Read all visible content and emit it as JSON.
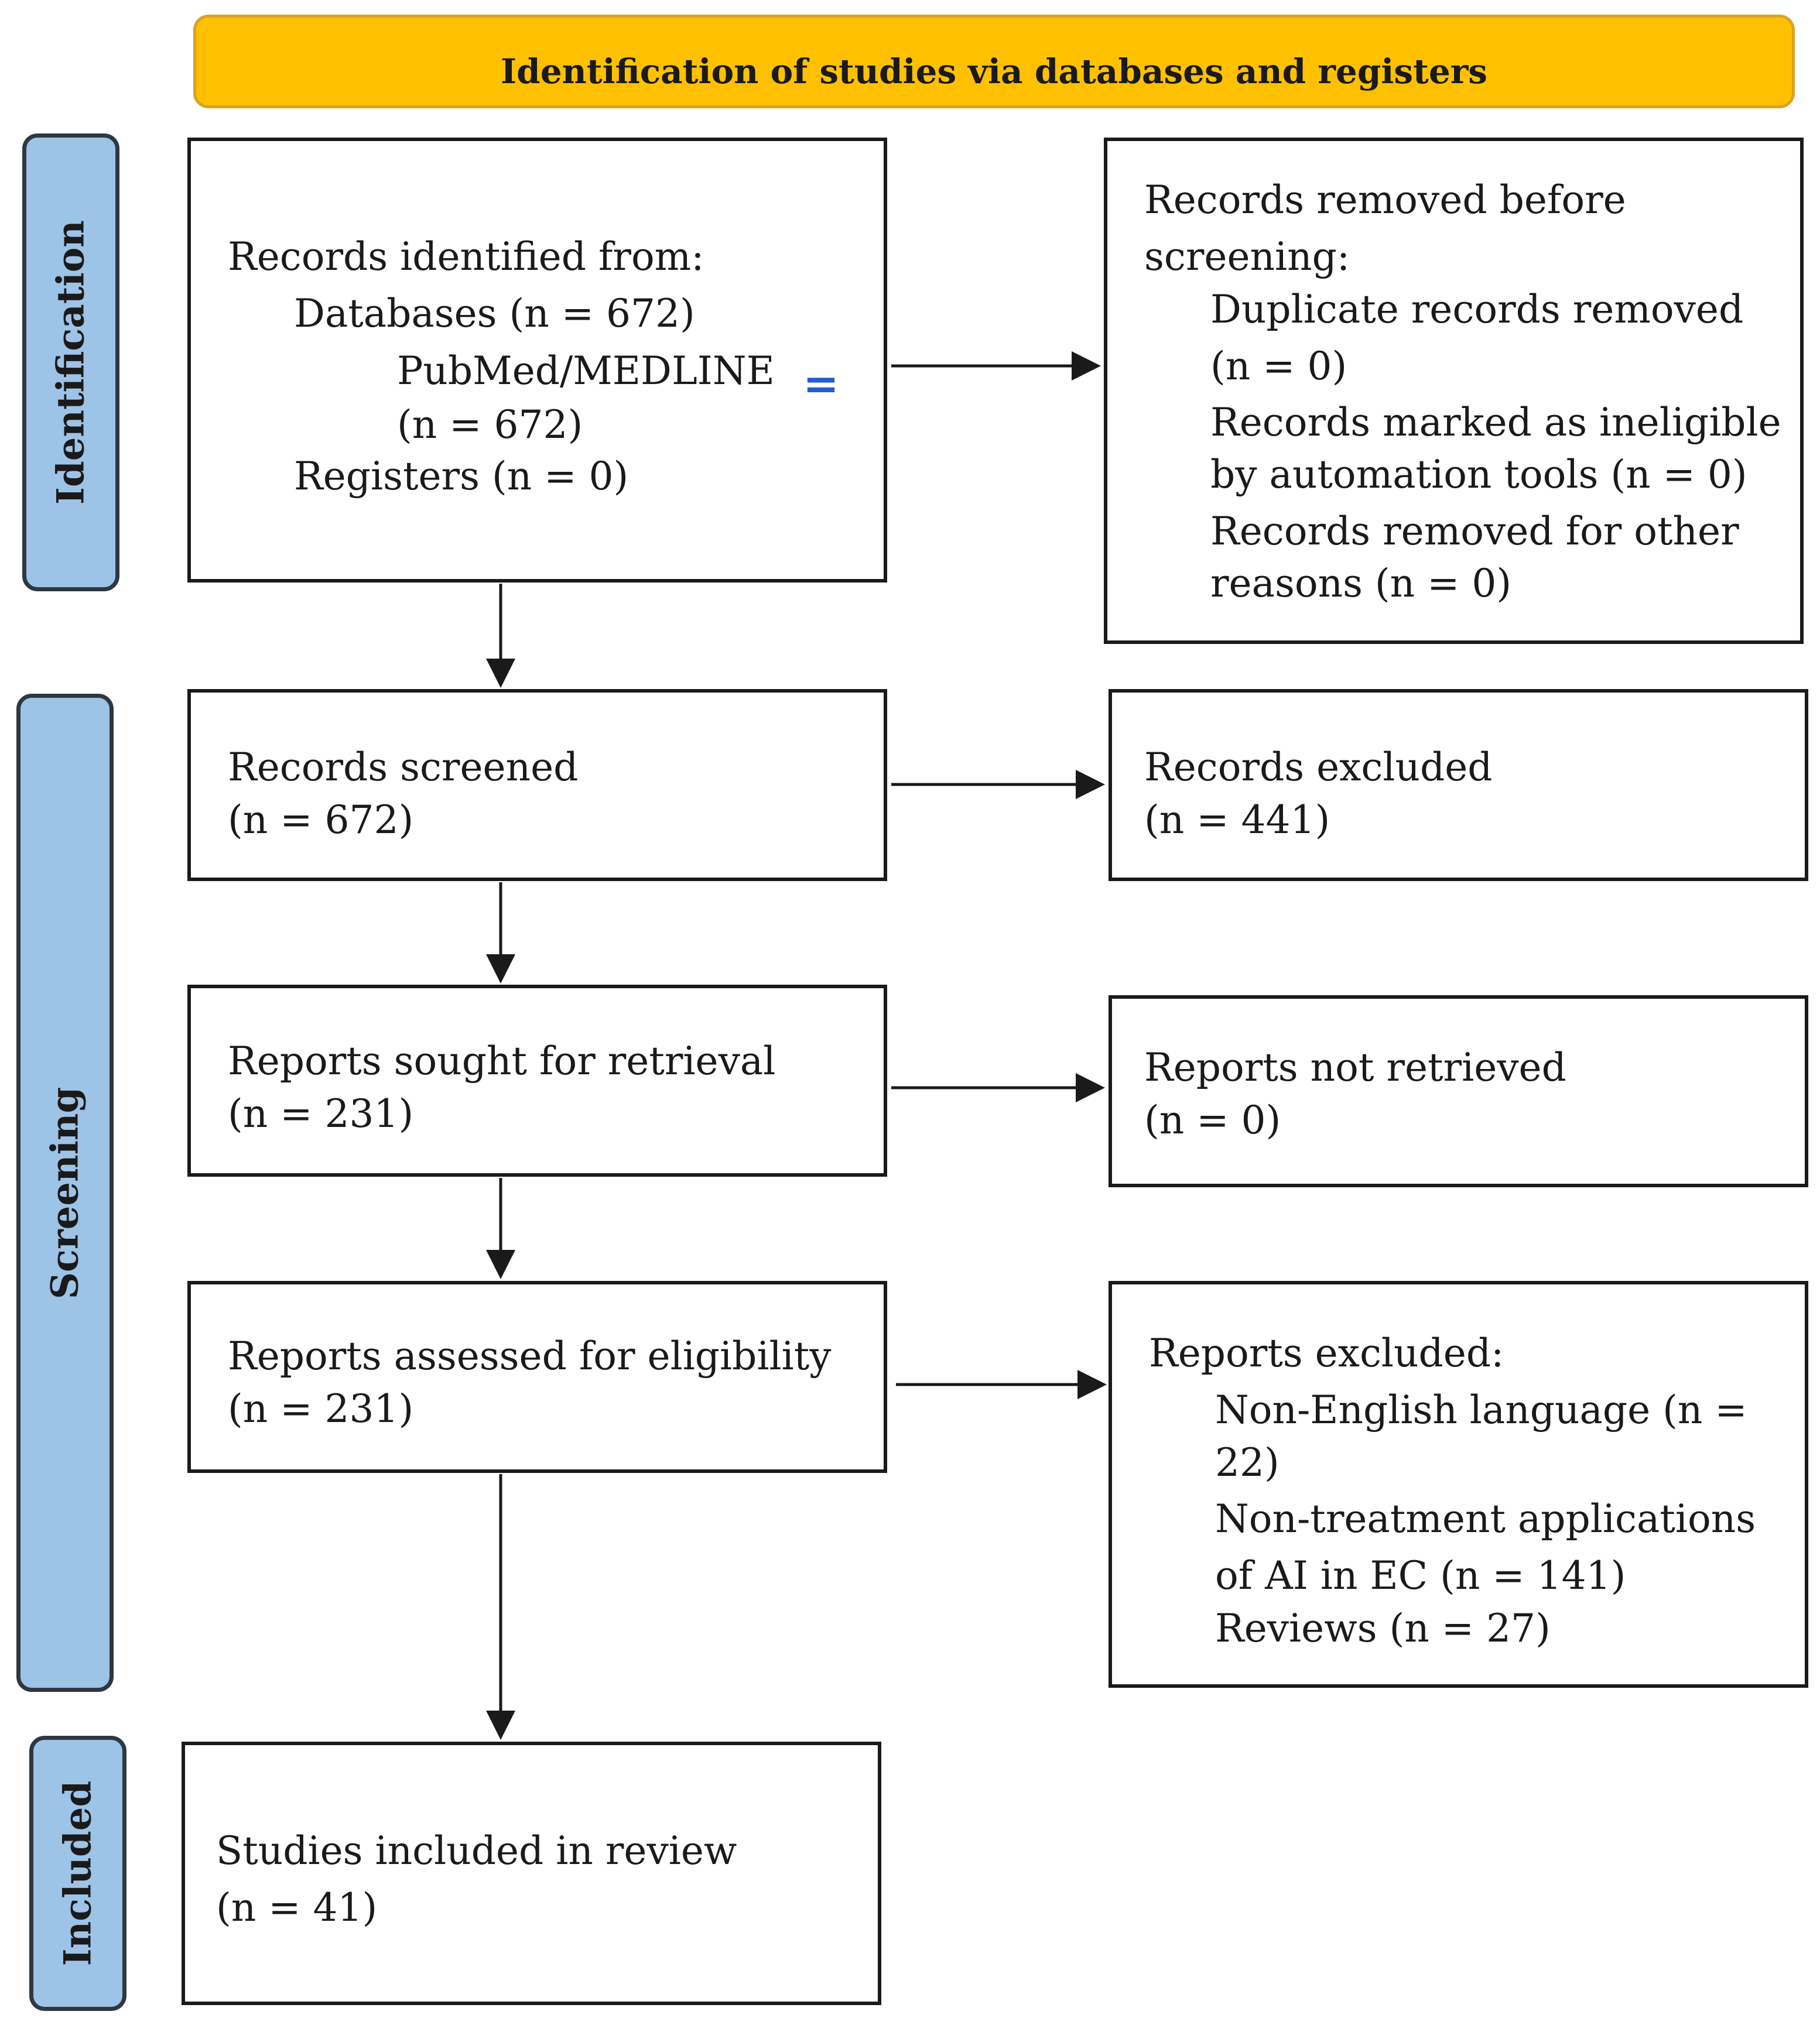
{
  "header": {
    "title": "Identification of studies via databases and registers"
  },
  "phases": {
    "identification": "Identification",
    "screening": "Screening",
    "included": "Included"
  },
  "records_identified": {
    "heading": "Records identified from:",
    "databases": "Databases (n = 672)",
    "pubmed": "PubMed/MEDLINE",
    "pubmed_count": "(n = 672)",
    "registers": "Registers (n = 0)",
    "edit_mark": "="
  },
  "records_removed": {
    "line1": "Records removed before",
    "line2": "screening:",
    "dup": "Duplicate records removed",
    "dup_n": "(n = 0)",
    "ineligible1": "Records marked as ineligible",
    "ineligible2": "by automation tools (n = 0)",
    "other1": "Records removed for other",
    "other2": "reasons (n = 0)"
  },
  "records_screened": {
    "label": "Records screened",
    "n": "(n = 672)"
  },
  "records_excluded": {
    "label": "Records excluded",
    "n": "(n = 441)"
  },
  "reports_sought": {
    "label": "Reports sought for retrieval",
    "n": "(n = 231)"
  },
  "reports_not_retrieved": {
    "label": "Reports not retrieved",
    "n": "(n = 0)"
  },
  "reports_assessed": {
    "label": "Reports assessed for eligibility",
    "n": "(n = 231)"
  },
  "reports_excluded": {
    "heading": "Reports excluded:",
    "lang1": "Non-English language (n =",
    "lang2": "22)",
    "nontx1": "Non-treatment applications",
    "nontx2": "of AI in EC (n = 141)",
    "reviews": "Reviews (n = 27)"
  },
  "studies_included": {
    "label": "Studies included in review",
    "n": "(n = 41)"
  },
  "colors": {
    "header": "#FFC000",
    "phase": "#9DC3E6",
    "border": "#1a1a1a"
  }
}
